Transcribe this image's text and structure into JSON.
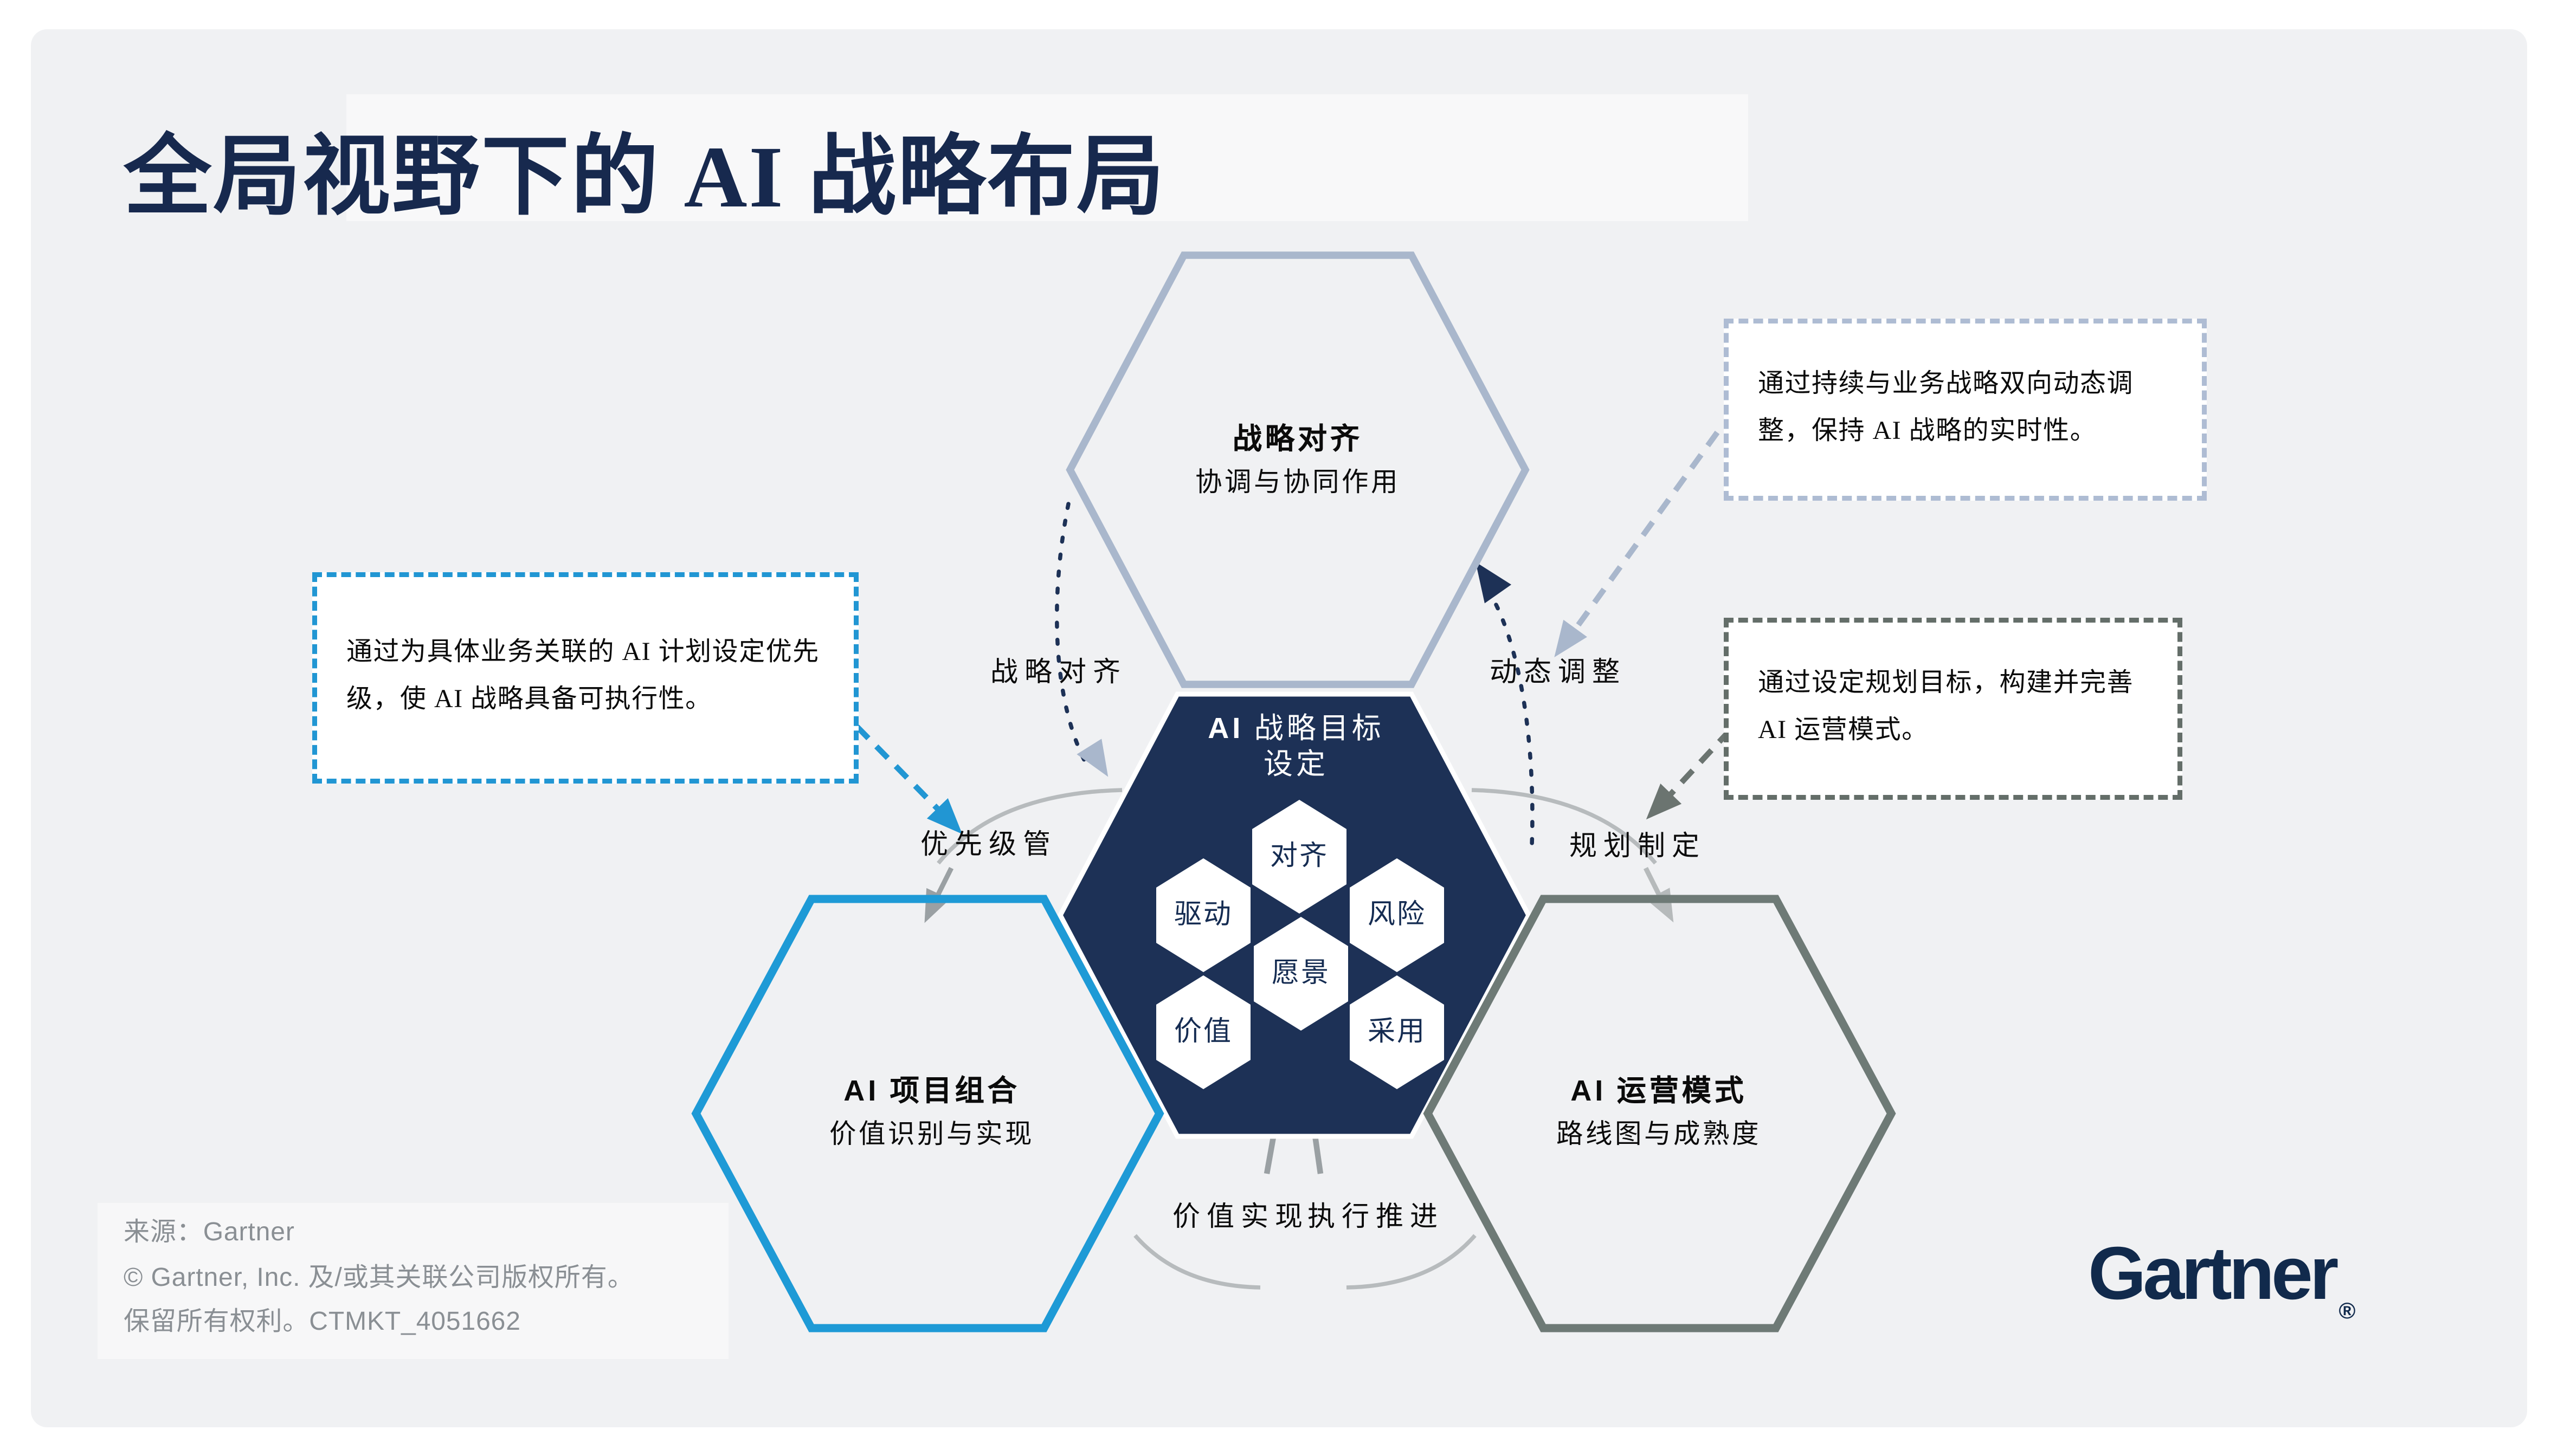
{
  "page": {
    "title": "全局视野下的 AI 战略布局"
  },
  "hexagons": {
    "top": {
      "title": "战略对齐",
      "subtitle": "协调与协同作用"
    },
    "center": {
      "title_ai": "AI",
      "title_rest": " 战略目标",
      "title_line2": "设定",
      "cells": {
        "align": "对齐",
        "drive": "驱动",
        "risk": "风险",
        "vision": "愿景",
        "value": "价值",
        "adopt": "采用"
      }
    },
    "left": {
      "title_ai": "AI",
      "title_rest": " 项目组合",
      "subtitle": "价值识别与实现"
    },
    "right": {
      "title_ai": "AI",
      "title_rest": " 运营模式",
      "subtitle": "路线图与成熟度"
    }
  },
  "callouts": {
    "left": {
      "text": "通过为具体业务关联的 AI 计划设定优先级，使 AI 战略具备可执行性。"
    },
    "top_right": {
      "text": "通过持续与业务战略双向动态调整，保持 AI 战略的实时性。"
    },
    "right": {
      "text": "通过设定规划目标，构建并完善 AI 运营模式。"
    }
  },
  "flow_labels": {
    "strategy_alignment": "战略对齐",
    "dynamic_adjustment": "动态调整",
    "prioritization": "优先级管",
    "planning": "规划制定",
    "value_realization": "价值实现",
    "execution": "执行推进"
  },
  "footer": {
    "source": "来源：Gartner",
    "copyright": "© Gartner, Inc. 及/或其关联公司版权所有。",
    "rights": "保留所有权利。CTMKT_4051662",
    "logo_text": "Gartner",
    "logo_reg": "®"
  },
  "colors": {
    "navy": "#1d3156",
    "light_blue_gray": "#a9b7cc",
    "bright_blue": "#1e9ad6",
    "gray_green": "#6e7a76",
    "background": "#f0f1f3",
    "footer_gray": "#8a8f94"
  }
}
